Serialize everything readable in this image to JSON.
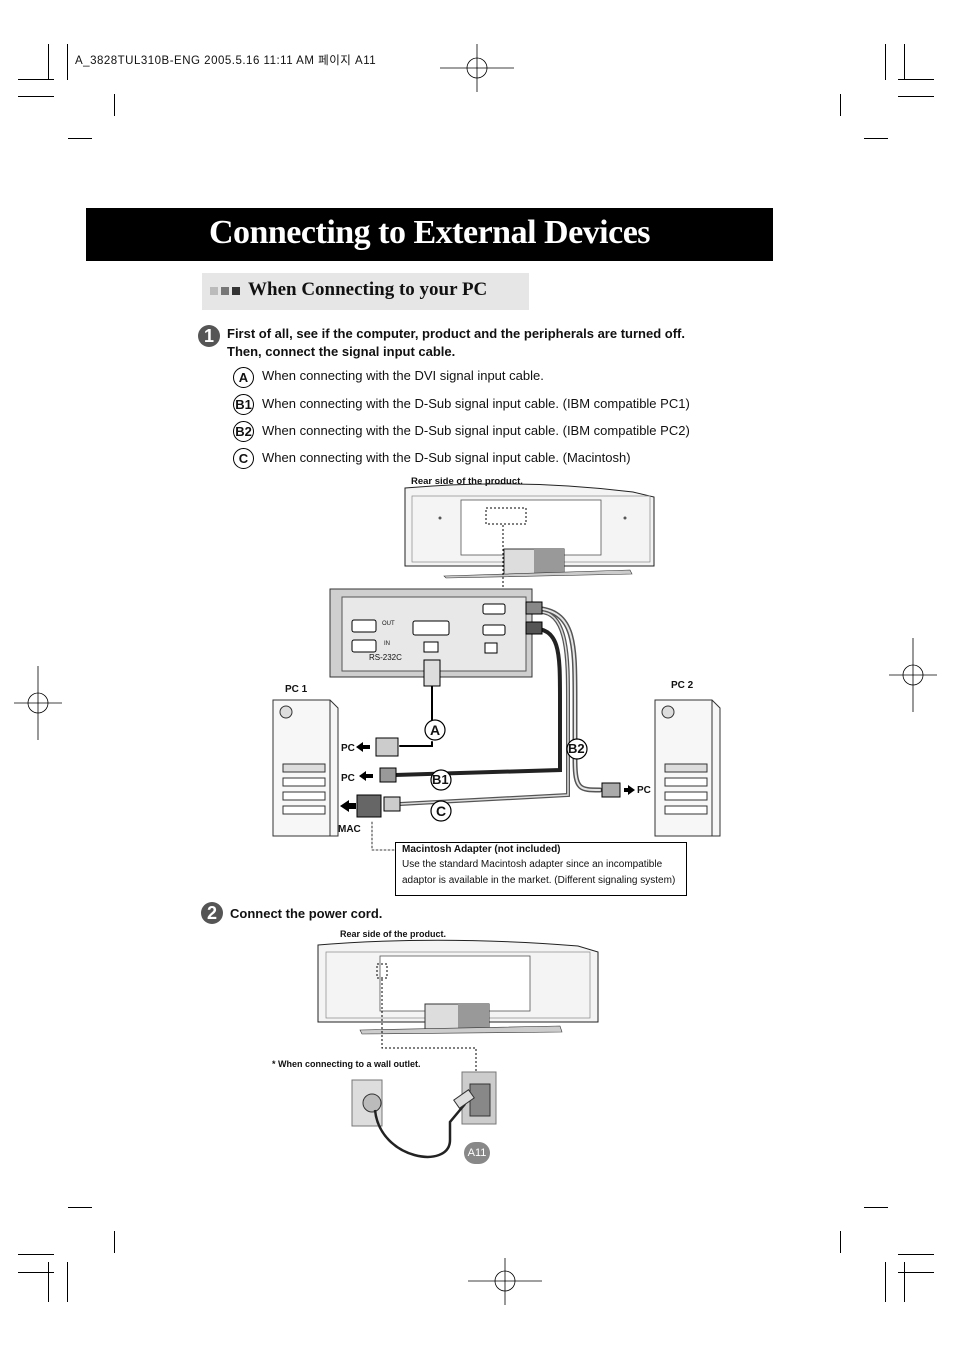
{
  "print_header": "A_3828TUL310B-ENG  2005.5.16  11:11 AM 페이지 A11",
  "page_title": "Connecting to External Devices",
  "section_title": "When Connecting to your PC",
  "step1": {
    "number": "1",
    "line1": "First of all, see if the computer, product and the peripherals are turned off.",
    "line2": "Then, connect the signal input cable."
  },
  "options": [
    {
      "badge": "A",
      "text": "When connecting with the DVI signal input cable."
    },
    {
      "badge": "B1",
      "text": "When connecting with the D-Sub signal input cable. (IBM compatible PC1)"
    },
    {
      "badge": "B2",
      "text": "When connecting with the D-Sub signal input cable. (IBM compatible PC2)"
    },
    {
      "badge": "C",
      "text": "When connecting with the D-Sub signal input cable. (Macintosh)"
    }
  ],
  "diagram1": {
    "rear_label": "Rear side of the product.",
    "panel_out": "OUT",
    "panel_in": "IN",
    "rs232c": "RS-232C",
    "pc1": "PC 1",
    "pc2": "PC 2",
    "pc": "PC",
    "mac": "MAC",
    "cable_a": "A",
    "cable_b1": "B1",
    "cable_b2": "B2",
    "cable_c": "C"
  },
  "mac_note": {
    "title": "Macintosh Adapter (not included)",
    "line1": "Use the standard Macintosh adapter since an incompatible",
    "line2": "adaptor is available in the market. (Different signaling system)"
  },
  "step2": {
    "number": "2",
    "text": "Connect the power cord."
  },
  "diagram2": {
    "rear_label": "Rear side of the product.",
    "wall_note": "* When connecting to a wall outlet."
  },
  "page_number": "A11"
}
